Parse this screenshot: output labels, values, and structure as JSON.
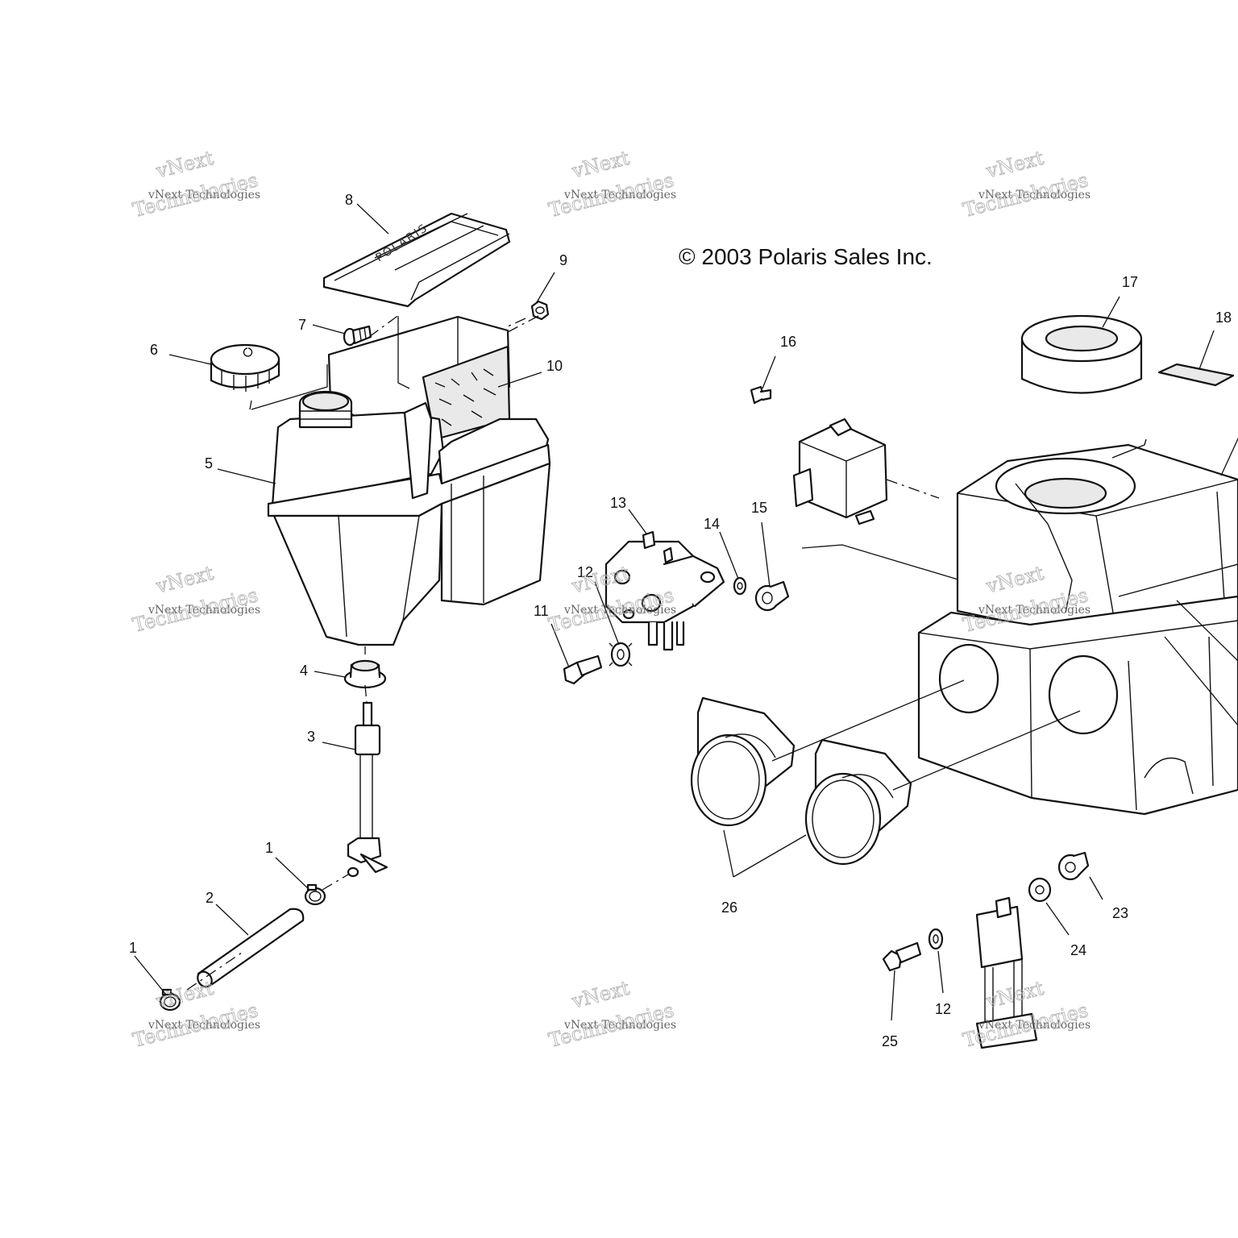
{
  "copyright": "© 2003 Polaris Sales Inc.",
  "watermark": {
    "line1": "vNext Technologies",
    "big1": "vNext",
    "big2": "Technologies"
  },
  "callouts": {
    "c1a": "1",
    "c1b": "1",
    "c2": "2",
    "c3": "3",
    "c4": "4",
    "c5": "5",
    "c6": "6",
    "c7": "7",
    "c8": "8",
    "c9": "9",
    "c10": "10",
    "c11": "11",
    "c12a": "12",
    "c12b": "12",
    "c13": "13",
    "c14": "14",
    "c15": "15",
    "c16": "16",
    "c17": "17",
    "c18": "18",
    "c23": "23",
    "c24": "24",
    "c25": "25",
    "c26": "26"
  }
}
